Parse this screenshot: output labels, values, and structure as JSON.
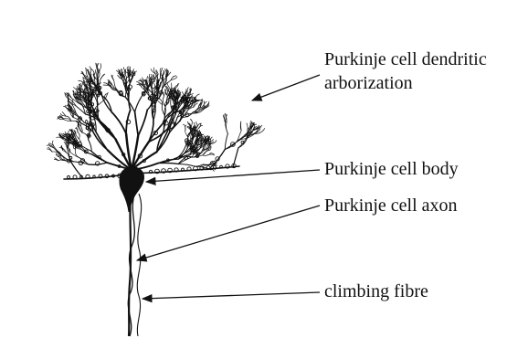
{
  "colors": {
    "ink": "#111111",
    "background": "#ffffff"
  },
  "labels": {
    "dendritic_line1": "Purkinje cell dendritic",
    "dendritic_line2": "arborization",
    "cell_body": "Purkinje cell body",
    "axon": "Purkinje cell axon",
    "climbing_fibre": "climbing fibre"
  }
}
